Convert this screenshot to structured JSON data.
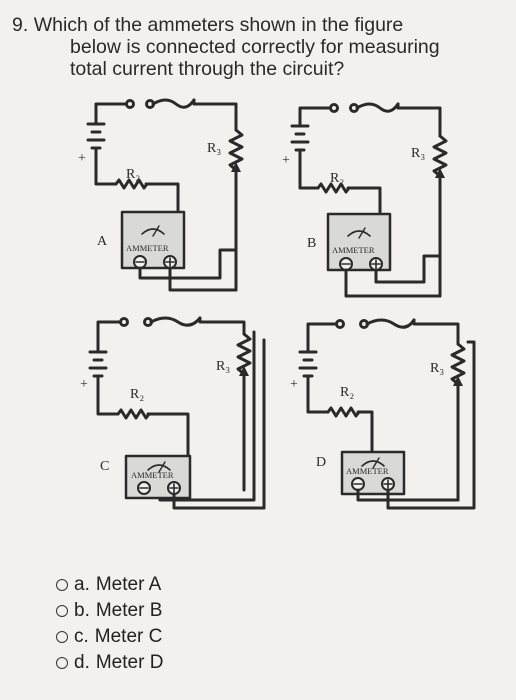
{
  "question": {
    "number": "9.",
    "line1": "Which of the ammeters shown in the figure",
    "line2": "below is connected correctly for measuring",
    "line3": "total current through the circuit?"
  },
  "figure": {
    "panels": [
      {
        "letter": "A",
        "r2": "R₂",
        "r3": "R₃",
        "meter": "AMMETER"
      },
      {
        "letter": "B",
        "r2": "R₂",
        "r3": "R₃",
        "meter": "AMMETER"
      },
      {
        "letter": "C",
        "r2": "R₂",
        "r3": "R₃",
        "meter": "AMMETER"
      },
      {
        "letter": "D",
        "r2": "R₂",
        "r3": "R₃",
        "meter": "AMMETER"
      }
    ],
    "plus_sign": "+"
  },
  "options": [
    {
      "letter": "a.",
      "label": "Meter A"
    },
    {
      "letter": "b.",
      "label": "Meter B"
    },
    {
      "letter": "c.",
      "label": "Meter C"
    },
    {
      "letter": "d.",
      "label": "Meter D"
    }
  ],
  "colors": {
    "background": "#f2f1ed",
    "ink": "#2a2a2a",
    "meter_face": "#d9d9d6"
  }
}
